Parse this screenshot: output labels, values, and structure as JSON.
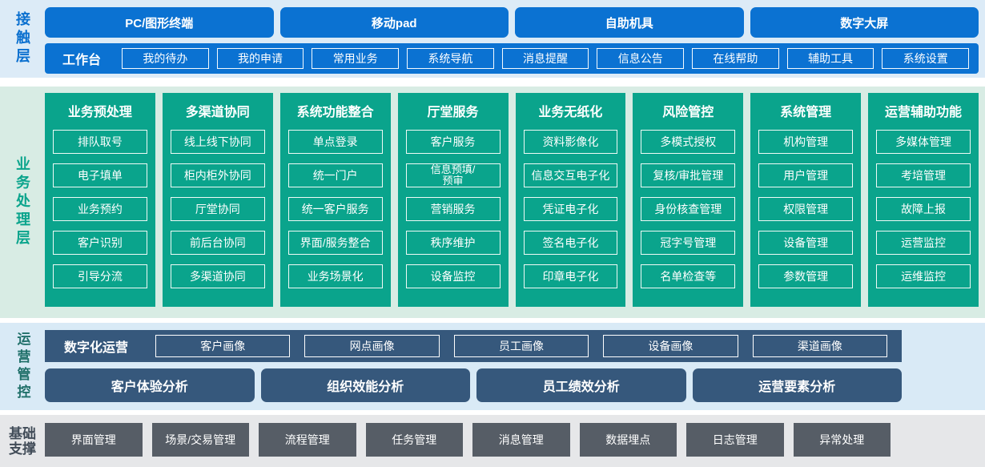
{
  "contact": {
    "label": "接触层",
    "channels": [
      "PC/图形终端",
      "移动pad",
      "自助机具",
      "数字大屏"
    ],
    "workbench": {
      "label": "工作台",
      "items": [
        "我的待办",
        "我的申请",
        "常用业务",
        "系统导航",
        "消息提醒",
        "信息公告",
        "在线帮助",
        "辅助工具",
        "系统设置"
      ]
    }
  },
  "business": {
    "label": "业务处理层",
    "columns": [
      {
        "title": "业务预处理",
        "items": [
          "排队取号",
          "电子填单",
          "业务预约",
          "客户识别",
          "引导分流"
        ]
      },
      {
        "title": "多渠道协同",
        "items": [
          "线上线下协同",
          "柜内柜外协同",
          "厅堂协同",
          "前后台协同",
          "多渠道协同"
        ]
      },
      {
        "title": "系统功能整合",
        "items": [
          "单点登录",
          "统一门户",
          "统一客户服务",
          "界面/服务整合",
          "业务场景化"
        ]
      },
      {
        "title": "厅堂服务",
        "items": [
          "客户服务",
          "信息预填/预审",
          "营销服务",
          "秩序维护",
          "设备监控"
        ]
      },
      {
        "title": "业务无纸化",
        "items": [
          "资料影像化",
          "信息交互电子化",
          "凭证电子化",
          "签名电子化",
          "印章电子化"
        ]
      },
      {
        "title": "风险管控",
        "items": [
          "多模式授权",
          "复核/审批管理",
          "身份核查管理",
          "冠字号管理",
          "名单检查等"
        ]
      },
      {
        "title": "系统管理",
        "items": [
          "机构管理",
          "用户管理",
          "权限管理",
          "设备管理",
          "参数管理"
        ]
      },
      {
        "title": "运营辅助功能",
        "items": [
          "多媒体管理",
          "考培管理",
          "故障上报",
          "运营监控",
          "运维监控"
        ]
      }
    ]
  },
  "operations": {
    "label": "运营管控",
    "digital": {
      "label": "数字化运营",
      "items": [
        "客户画像",
        "网点画像",
        "员工画像",
        "设备画像",
        "渠道画像"
      ]
    },
    "analysis": [
      "客户体验分析",
      "组织效能分析",
      "员工绩效分析",
      "运营要素分析"
    ]
  },
  "foundation": {
    "label": "基础支撑",
    "items": [
      "界面管理",
      "场景/交易管理",
      "流程管理",
      "任务管理",
      "消息管理",
      "数据埋点",
      "日志管理",
      "异常处理"
    ]
  },
  "colors": {
    "primary_blue": "#0b72d2",
    "teal_green": "#0aa48c",
    "dark_slate_blue": "#36587c",
    "gray_box": "#565d66",
    "contact_bg": "#dcebf7",
    "business_bg": "#d8ece4",
    "operations_bg": "#d9eaf6",
    "foundation_bg": "#e6e7e9"
  }
}
